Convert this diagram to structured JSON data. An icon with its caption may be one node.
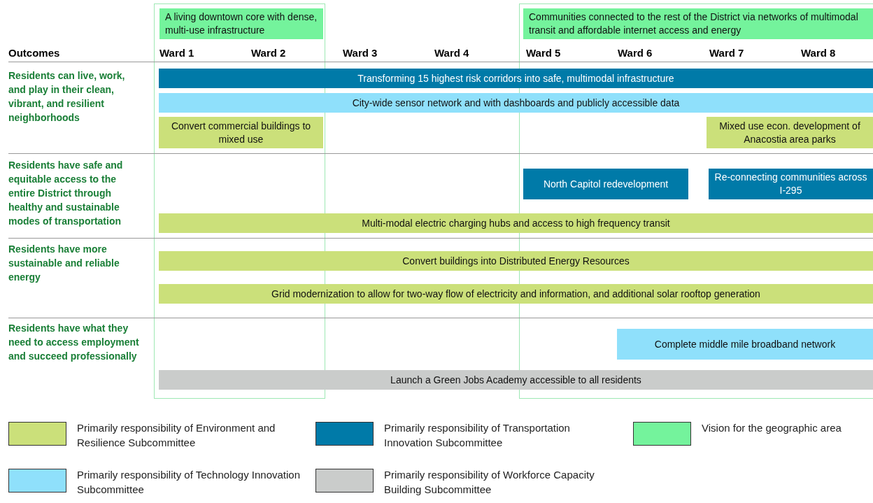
{
  "diagram": {
    "nodes": [
      {
        "text": [
          "A living downtown core with dense, multi-use infrastructure"
        ]
      },
      {
        "text": [
          "Communities connected to the rest of the District via networks of multimodal transit and affordable internet access and energy"
        ]
      },
      {
        "text": [
          "Transforming 15 highest risk corridors into safe, multimodal infrastructure"
        ]
      },
      {
        "text": [
          "City-wide sensor network and with dashboards and publicly accessible data"
        ]
      },
      {
        "text": [
          "Convert commercial buildings to mixed use"
        ]
      },
      {
        "text": [
          "Mixed use econ. development of Anacostia area parks"
        ]
      },
      {
        "text": [
          "North Capitol redevelopment"
        ]
      },
      {
        "text": [
          "Re-connecting communities across I-295"
        ]
      },
      {
        "text": [
          "Multi-modal electric charging hubs and access to high frequency transit"
        ]
      },
      {
        "text": [
          "Convert buildings into Distributed Energy Resources"
        ]
      },
      {
        "text": [
          "Grid modernization to allow for two-way flow of electricity and information, and additional solar rooftop generation"
        ]
      },
      {
        "text": [
          "Complete middle mile broadband network"
        ]
      },
      {
        "text": [
          "Launch a Green Jobs Academy accessible to all residents"
        ]
      }
    ],
    "labels": [
      "Outcomes",
      "Ward 1",
      "Ward 2",
      "Ward 3",
      "Ward 4",
      "Ward 5",
      "Ward 6",
      "Ward 7",
      "Ward 8",
      "Residents can live, work, and play in their clean, vibrant, and resilient neighborhoods",
      "Residents have safe and equitable access to the entire District through healthy and sustainable modes of transportation",
      "Residents have more sustainable and reliable energy",
      "Residents have what they need to access employment and succeed professionally"
    ],
    "legend": [
      {
        "text": "Primarily responsibility of Environment and Resilience Subcommittee",
        "color": "#cbe07a"
      },
      {
        "text": "Primarily responsibility of Transportation Innovation Subcommittee",
        "color": "#007aa8"
      },
      {
        "text": "Vision for the geographic area",
        "color": "#74f39c"
      },
      {
        "text": "Primarily responsibility of Technology Innovation Subcommittee",
        "color": "#8fe0fb"
      },
      {
        "text": "Primarily responsibility of Workforce Capacity Building Subcommittee",
        "color": "#cacccb"
      }
    ]
  }
}
